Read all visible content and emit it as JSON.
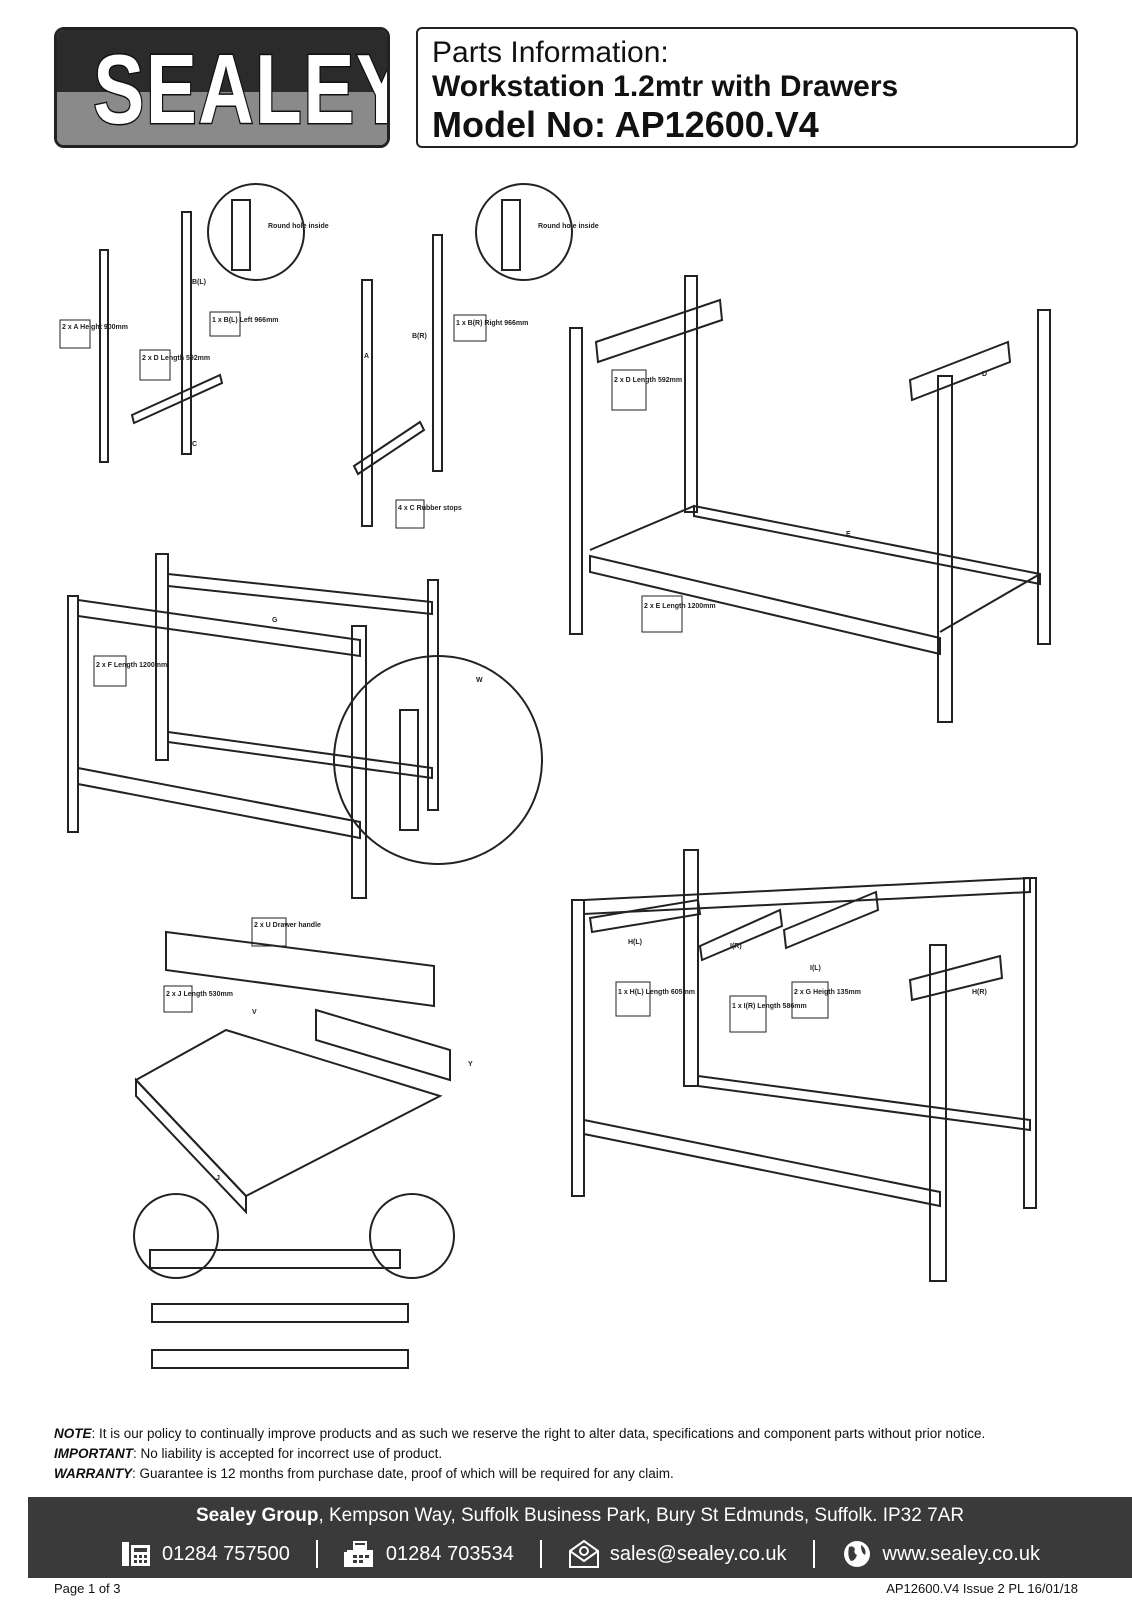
{
  "header": {
    "logo_text": "SEALEY",
    "line1": "Parts Information:",
    "line2": "Workstation 1.2mtr with Drawers",
    "line3": "Model No: AP12600.V4"
  },
  "diagram_labels": {
    "a_upright": "2 x A Height 900mm",
    "b_left": "1 x B(L) Left 966mm",
    "d_length": "2 x D Length 592mm",
    "b_right": "1 x B(R) Right 966mm",
    "c_stops": "4 x C Rubber stops",
    "round_hole_1": "Round hole inside",
    "round_hole_2": "Round hole inside",
    "d_length_2": "2 x D Length 592mm",
    "e_length": "2 x E Length 1200mm",
    "f_length": "2 x F Length 1200mm",
    "h_left": "1 x H(L) Length 605mm",
    "i_right": "1 x I(R) Length 586mm",
    "g_height": "2 x G Heigth 135mm",
    "u_handle": "2 x U Drawer handle",
    "j_length": "2 x J Length 530mm",
    "tag_A": "A",
    "tag_BL": "B(L)",
    "tag_BR": "B(R)",
    "tag_C": "C",
    "tag_D": "D",
    "tag_E": "E",
    "tag_G": "G",
    "tag_W": "W",
    "tag_HL": "H(L)",
    "tag_IR": "I(R)",
    "tag_IL": "I(L)",
    "tag_HR": "H(R)",
    "tag_V": "V",
    "tag_Y": "Y",
    "tag_J": "J"
  },
  "notes": {
    "note_label": "NOTE",
    "note_text": ": It is our policy to continually improve products and as such we reserve the right to alter data, specifications and component parts without prior notice.",
    "important_label": "IMPORTANT",
    "important_text": ": No liability is accepted for incorrect use of product.",
    "warranty_label": "WARRANTY",
    "warranty_text": ": Guarantee is 12 months from purchase date, proof of which will be required for any claim."
  },
  "footer": {
    "company": "Sealey Group",
    "address": ", Kempson Way, Suffolk Business Park, Bury St Edmunds, Suffolk. IP32 7AR",
    "phone": "01284 757500",
    "fax": "01284 703534",
    "email": "sales@sealey.co.uk",
    "web": "www.sealey.co.uk",
    "icons": [
      "phone-icon",
      "fax-icon",
      "email-icon",
      "globe-icon"
    ]
  },
  "page": {
    "page_number": "Page 1 of 3",
    "doc_ref": "AP12600.V4 Issue 2 PL  16/01/18"
  }
}
